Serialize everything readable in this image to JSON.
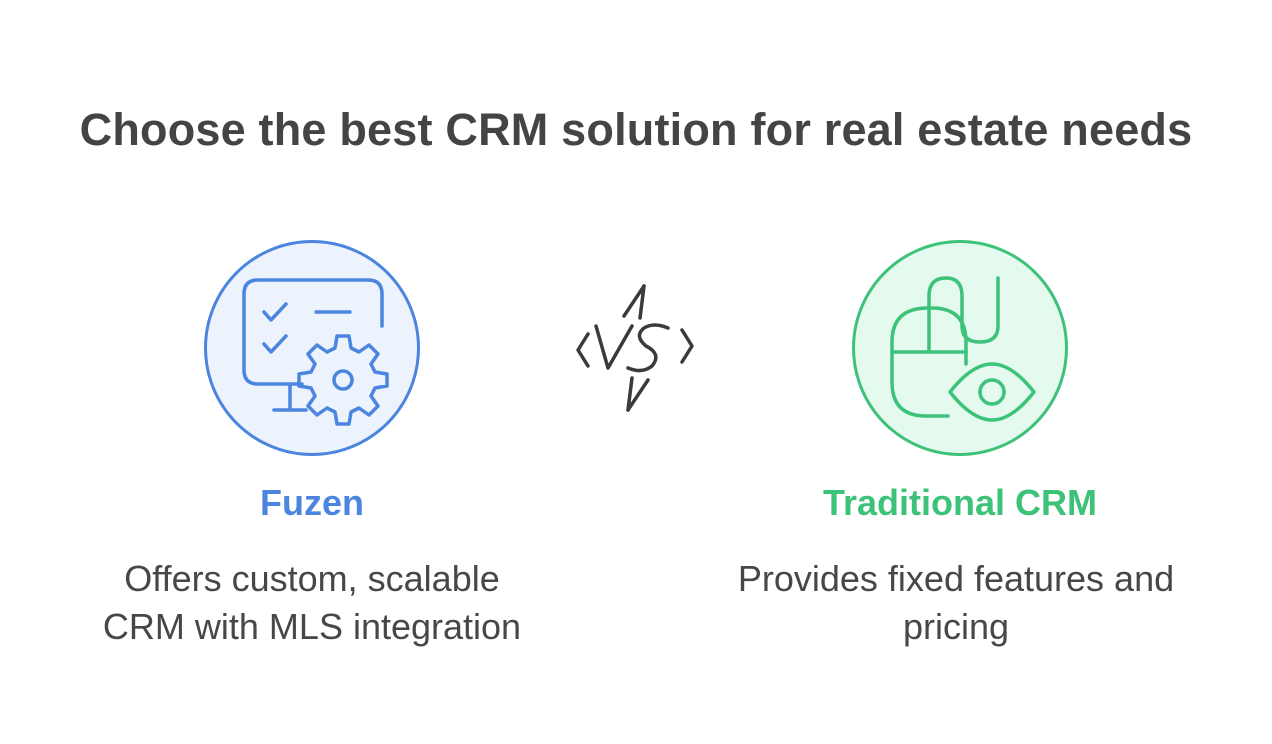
{
  "title": "Choose the best CRM solution for real estate needs",
  "options": [
    {
      "name": "Fuzen",
      "description_lines": [
        "Offers custom, scalable",
        "CRM with MLS integration"
      ],
      "color": "#4b85e0",
      "icon": "monitor-checklist-gear-icon"
    },
    {
      "name": "Traditional CRM",
      "description_lines": [
        "Provides fixed features and",
        "pricing"
      ],
      "color": "#3dc27a",
      "icon": "mouse-eye-icon"
    }
  ],
  "vs_label": "VS"
}
